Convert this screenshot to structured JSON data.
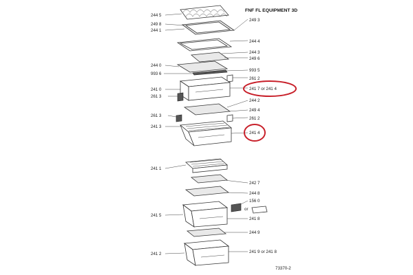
{
  "title": "FNF FL EQUIPMENT 3D",
  "figure_code": "73370-2",
  "highlight_color": "#c8202a",
  "callouts": {
    "l2445": "244 5",
    "l2498": "249 8",
    "l2441": "244 1",
    "l2493": "249 3",
    "l2444": "244 4",
    "l2443": "244 3",
    "l2496": "249 6",
    "l2440": "244 0",
    "l9936": "993 6",
    "l9935": "993 5",
    "l2612a": "261 2",
    "l2410": "241 0",
    "l2613a": "261 3",
    "l2417": "241 7 or 241 4",
    "l2442": "244 2",
    "l2494": "249 4",
    "l2613b": "261 3",
    "l2612b": "261 2",
    "l2413": "241 3",
    "l2414": "241 4",
    "l2411": "241 1",
    "l2427": "242 7",
    "l2448": "244 8",
    "l1560": "156 0",
    "lor": "or",
    "l2415": "241 5",
    "l2418": "241 8",
    "l2449": "244 9",
    "l2412": "241 2",
    "l2419": "241 9 or 241 8"
  }
}
